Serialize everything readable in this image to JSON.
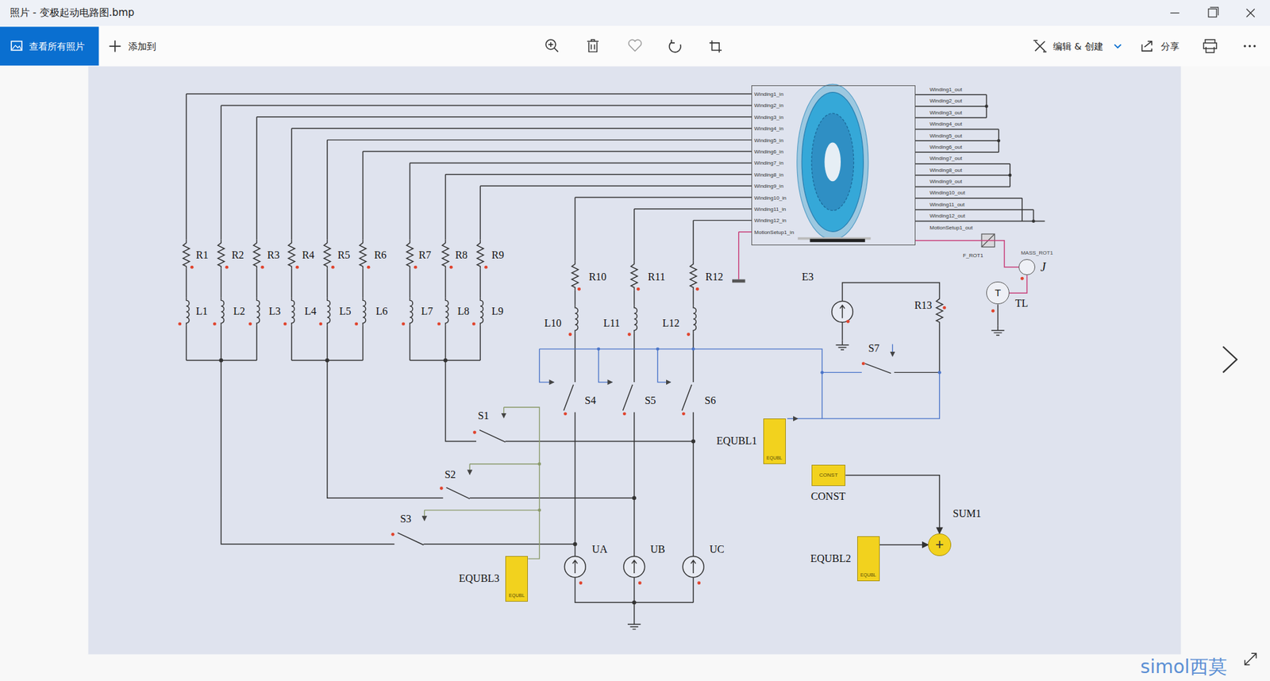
{
  "diagram": {
    "nodes": [
      {
        "text": [
          "Winding1_in",
          "Winding2_in",
          "Winding3_in",
          "Winding4_in",
          "Winding5_in",
          "Winding6_in",
          "Winding7_in",
          "Winding8_in",
          "Winding9_in",
          "Winding10_in",
          "Winding11_in",
          "Winding12_in",
          "MotionSetup1_in"
        ]
      },
      {
        "text": [
          "MASS_ROT1",
          "J"
        ]
      },
      {
        "text": [
          "T",
          "TL"
        ]
      },
      {
        "text": [
          "EQUBL1",
          "EQUBL"
        ]
      },
      {
        "text": [
          "CONST",
          "CONST"
        ]
      },
      {
        "text": [
          "SUM1",
          "+"
        ]
      },
      {
        "text": [
          "EQUBL2",
          "EQUBL"
        ]
      },
      {
        "text": [
          "EQUBL3",
          "EQUBL"
        ]
      }
    ],
    "edges": [
      {
        "from": 4,
        "to": 5,
        "arrow": "to"
      },
      {
        "from": 6,
        "to": 5,
        "arrow": "to"
      },
      {
        "from": 0,
        "to": 1,
        "arrow": "none"
      },
      {
        "from": 1,
        "to": 2,
        "arrow": "none"
      }
    ],
    "labels": [
      "照片 - 变极起动电路图.bmp",
      "查看所有照片",
      "添加到",
      "编辑 & 创建",
      "分享",
      "R1",
      "R2",
      "R3",
      "R4",
      "R5",
      "R6",
      "R7",
      "R8",
      "R9",
      "L1",
      "L2",
      "L3",
      "L4",
      "L5",
      "L6",
      "L7",
      "L8",
      "L9",
      "R10",
      "R11",
      "R12",
      "L10",
      "L11",
      "L12",
      "E3",
      "R13",
      "S7",
      "S4",
      "S5",
      "S6",
      "S1",
      "S2",
      "S3",
      "UA",
      "UB",
      "UC",
      "F_ROT1",
      "Winding1_out",
      "Winding2_out",
      "Winding3_out",
      "Winding4_out",
      "Winding5_out",
      "Winding6_out",
      "Winding7_out",
      "Winding8_out",
      "Winding9_out",
      "Winding10_out",
      "Winding11_out",
      "Winding12_out",
      "MotionSetup1_out",
      "simol西莫"
    ]
  }
}
